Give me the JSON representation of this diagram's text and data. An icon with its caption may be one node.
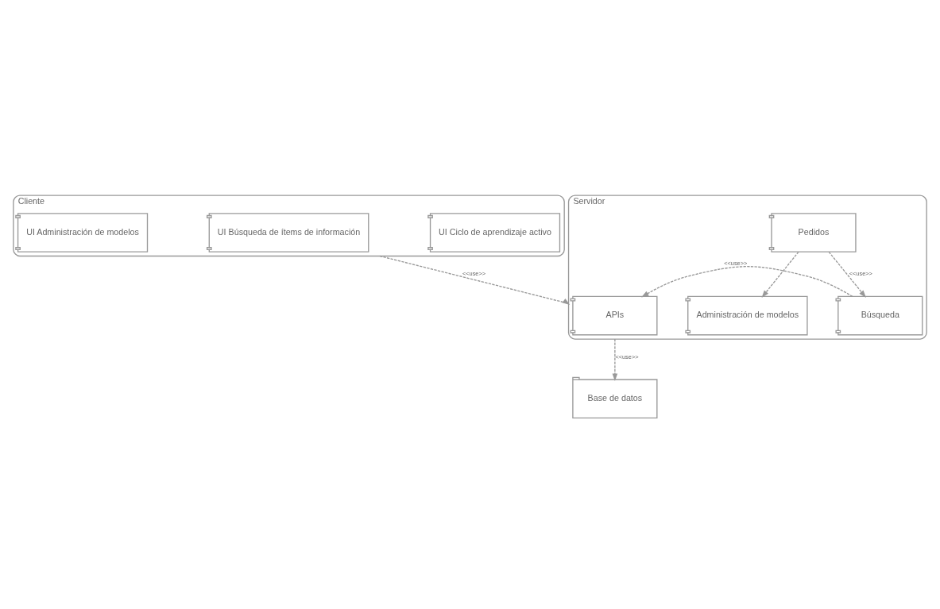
{
  "diagram": {
    "nodes": [
      {
        "text": [
          "Cliente"
        ]
      },
      {
        "text": [
          "UI Administración de modelos"
        ],
        "in": 0
      },
      {
        "text": [
          "UI Búsqueda de ítems de información"
        ],
        "in": 0
      },
      {
        "text": [
          "UI Ciclo de aprendizaje activo"
        ],
        "in": 0
      },
      {
        "text": [
          "Servidor"
        ]
      },
      {
        "text": [
          "Pedidos"
        ],
        "in": 4
      },
      {
        "text": [
          "Búsqueda"
        ],
        "in": 4
      },
      {
        "text": [
          "APIs"
        ],
        "in": 4
      },
      {
        "text": [
          "Administración de modelos"
        ],
        "in": 4
      },
      {
        "text": [
          "Base de datos"
        ]
      }
    ],
    "edges": [
      {
        "from": 0,
        "to": 4,
        "arrow": "to",
        "label": "<<use>>",
        "style": "dashed"
      },
      {
        "from": 5,
        "to": 6,
        "arrow": "to",
        "label": "<<use>>",
        "style": "dashed"
      },
      {
        "from": 5,
        "to": 8,
        "arrow": "to",
        "style": "dashed"
      },
      {
        "from": 6,
        "to": 7,
        "arrow": "to",
        "label": "<<use>>",
        "style": "dashed"
      },
      {
        "from": 4,
        "to": 9,
        "arrow": "to",
        "label": "<<use>>",
        "style": "dashed"
      }
    ]
  }
}
